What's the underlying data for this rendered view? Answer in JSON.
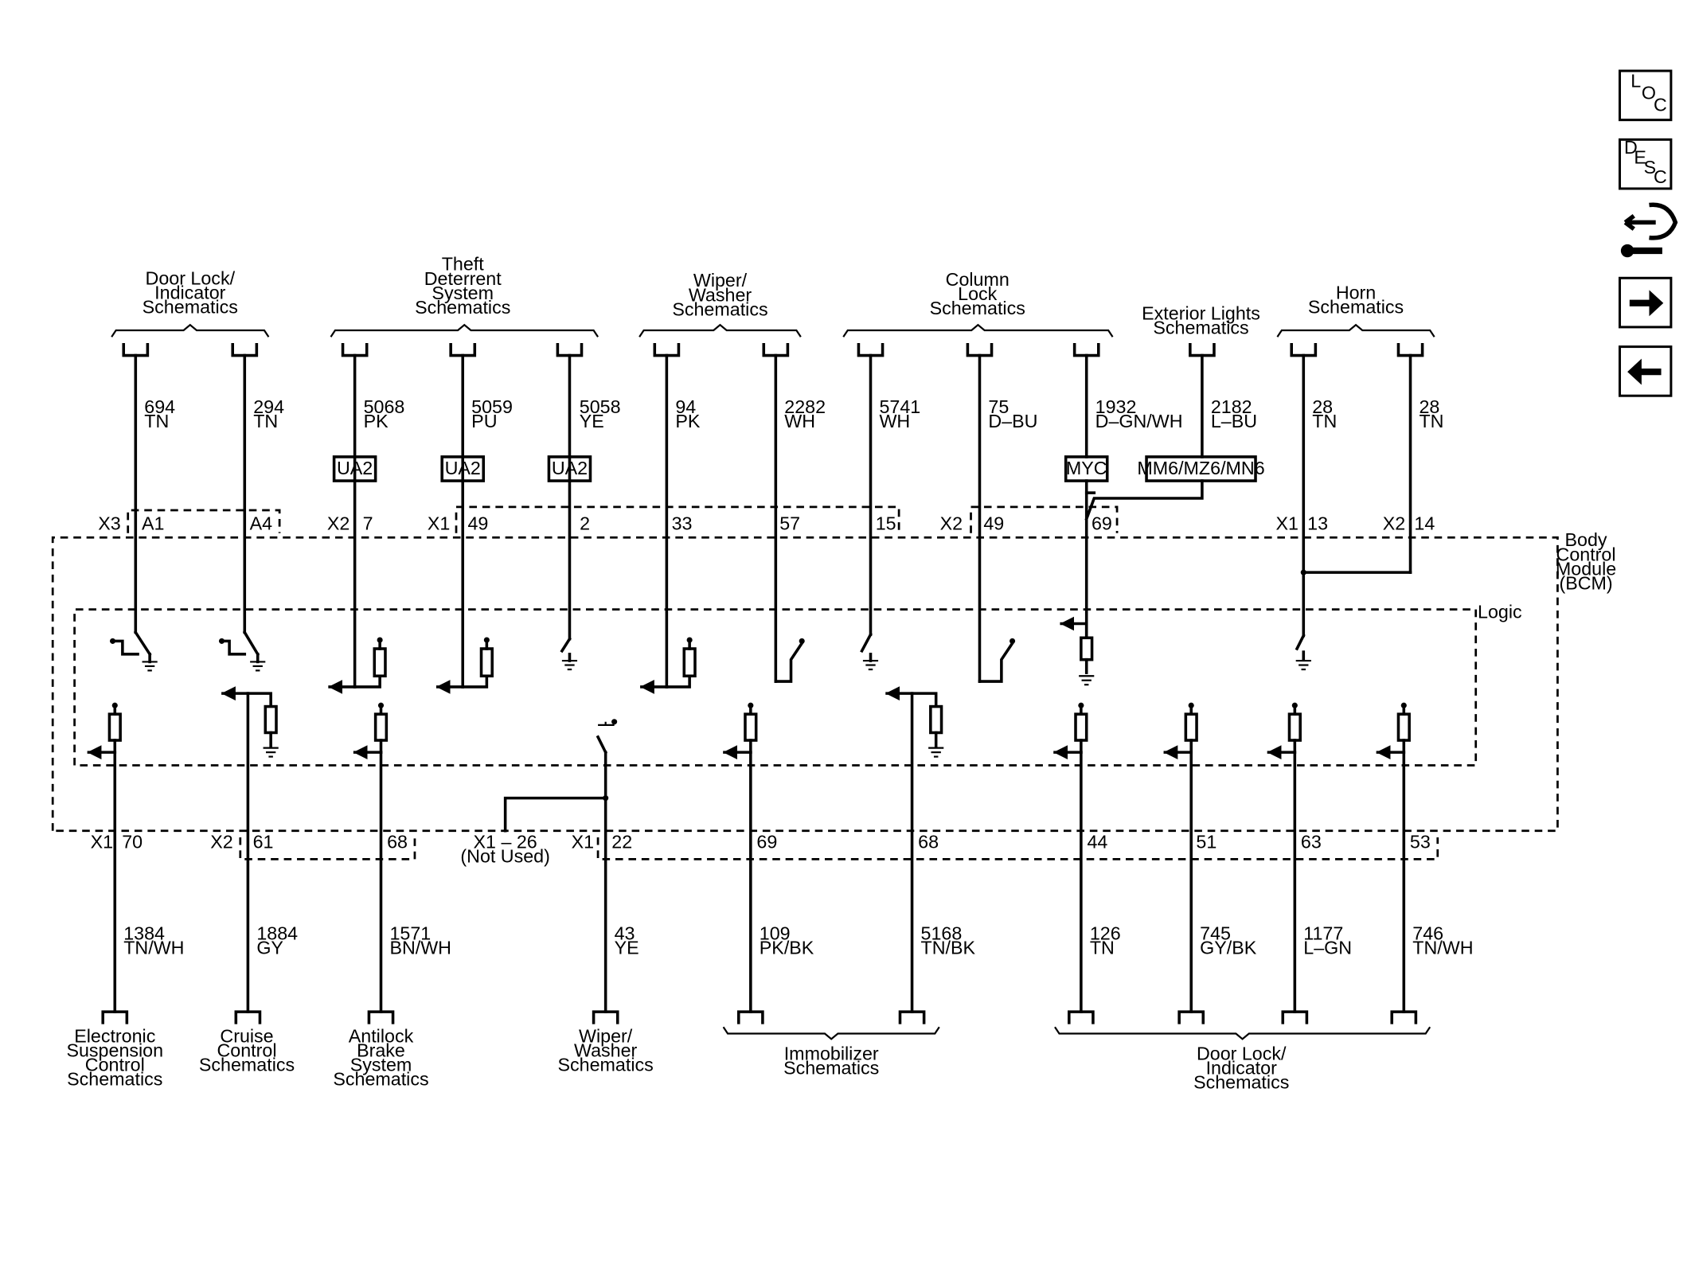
{
  "nav": {
    "loc_letters": [
      "L",
      "O",
      "C"
    ],
    "desc_letters": [
      "D",
      "E",
      "S",
      "C"
    ]
  },
  "top_groups": [
    {
      "lines": [
        "Door Lock/",
        "Indicator",
        "Schematics"
      ]
    },
    {
      "lines": [
        "Theft",
        "Deterrent",
        "System",
        "Schematics"
      ]
    },
    {
      "lines": [
        "Wiper/",
        "Washer",
        "Schematics"
      ]
    },
    {
      "lines": [
        "Column",
        "Lock",
        "Schematics"
      ]
    },
    {
      "lines": [
        "Exterior Lights",
        "Schematics"
      ]
    },
    {
      "lines": [
        "Horn",
        "Schematics"
      ]
    }
  ],
  "top_wires": [
    {
      "circuit": "694",
      "color": "TN"
    },
    {
      "circuit": "294",
      "color": "TN"
    },
    {
      "circuit": "5068",
      "color": "PK"
    },
    {
      "circuit": "5059",
      "color": "PU"
    },
    {
      "circuit": "5058",
      "color": "YE"
    },
    {
      "circuit": "94",
      "color": "PK"
    },
    {
      "circuit": "2282",
      "color": "WH"
    },
    {
      "circuit": "5741",
      "color": "WH"
    },
    {
      "circuit": "75",
      "color": "D–BU"
    },
    {
      "circuit": "1932",
      "color": "D–GN/WH"
    },
    {
      "circuit": "2182",
      "color": "L–BU"
    },
    {
      "circuit": "28",
      "color": "TN"
    },
    {
      "circuit": "28",
      "color": "TN"
    }
  ],
  "option_boxes": [
    "UA2",
    "UA2",
    "UA2",
    "MYC",
    "MM6/MZ6/MN6"
  ],
  "top_connector_ids": [
    "X3",
    "X2",
    "X1",
    "X2",
    "X1",
    "X2"
  ],
  "top_pins": [
    "A1",
    "A4",
    "7",
    "49",
    "2",
    "33",
    "57",
    "15",
    "49",
    "69",
    "13",
    "14"
  ],
  "module": {
    "lines": [
      "Body",
      "Control",
      "Module",
      "(BCM)"
    ],
    "logic": "Logic"
  },
  "bottom_connector_ids": [
    "X1",
    "X2",
    "X1"
  ],
  "bottom_pins": [
    "70",
    "61",
    "68",
    "22",
    "69",
    "68",
    "44",
    "51",
    "63",
    "53"
  ],
  "not_used": {
    "pin": "X1 – 26",
    "note": "(Not Used)"
  },
  "bottom_wires": [
    {
      "circuit": "1384",
      "color": "TN/WH"
    },
    {
      "circuit": "1884",
      "color": "GY"
    },
    {
      "circuit": "1571",
      "color": "BN/WH"
    },
    {
      "circuit": "43",
      "color": "YE"
    },
    {
      "circuit": "109",
      "color": "PK/BK"
    },
    {
      "circuit": "5168",
      "color": "TN/BK"
    },
    {
      "circuit": "126",
      "color": "TN"
    },
    {
      "circuit": "745",
      "color": "GY/BK"
    },
    {
      "circuit": "1177",
      "color": "L–GN"
    },
    {
      "circuit": "746",
      "color": "TN/WH"
    }
  ],
  "bottom_groups": [
    {
      "lines": [
        "Electronic",
        "Suspension",
        "Control",
        "Schematics"
      ]
    },
    {
      "lines": [
        "Cruise",
        "Control",
        "Schematics"
      ]
    },
    {
      "lines": [
        "Antilock",
        "Brake",
        "System",
        "Schematics"
      ]
    },
    {
      "lines": [
        "Wiper/",
        "Washer",
        "Schematics"
      ]
    },
    {
      "lines": [
        "Immobilizer",
        "Schematics"
      ]
    },
    {
      "lines": [
        "Door Lock/",
        "Indicator",
        "Schematics"
      ]
    }
  ]
}
